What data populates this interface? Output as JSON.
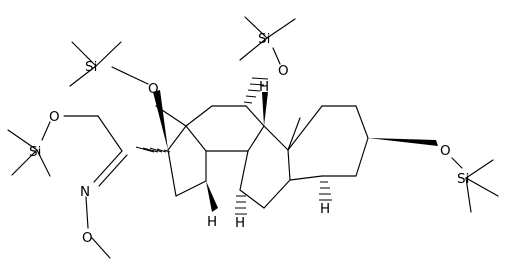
{
  "molecule": {
    "atom_labels": {
      "si_c17": "Si",
      "o_c17": "O",
      "si_c11": "Si",
      "o_c11": "O",
      "si_side": "Si",
      "o_side": "O",
      "si_c3": "Si",
      "o_c3": "O",
      "n_oxime": "N",
      "o_oxime": "O",
      "h_c8": "H",
      "h_c14": "H",
      "h_c5": "H",
      "h_c9": "H"
    }
  }
}
